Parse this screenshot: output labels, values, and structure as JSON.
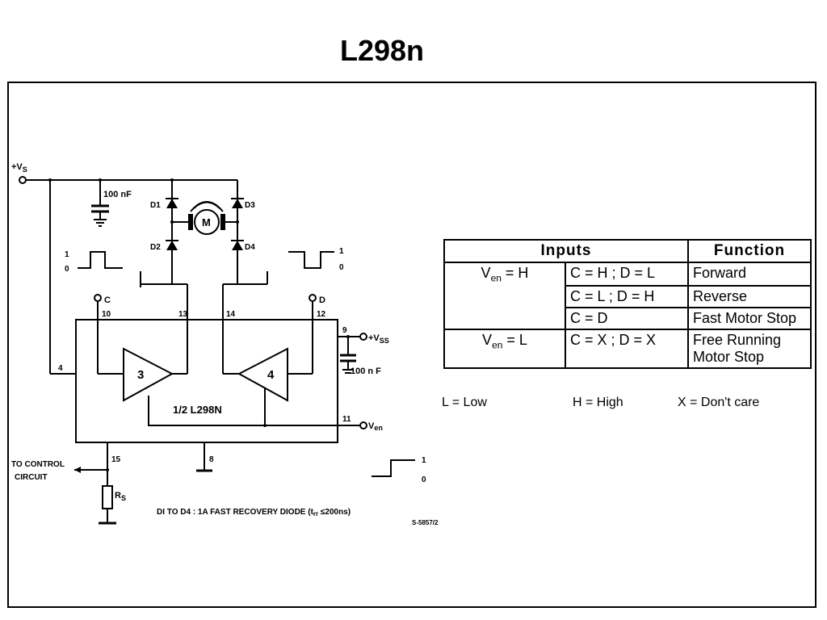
{
  "title": "L298n",
  "schematic": {
    "supply_label": "+V",
    "supply_sub": "S",
    "cap1": "100 nF",
    "cap2": "100 n F",
    "diodes": [
      "D1",
      "D2",
      "D3",
      "D4"
    ],
    "motor": "M",
    "pin_c_label": "C",
    "pin_d_label": "D",
    "pins": {
      "p10": "10",
      "p13": "13",
      "p14": "14",
      "p12": "12",
      "p9": "9",
      "p4": "4",
      "p11": "11",
      "p15": "15",
      "p8": "8"
    },
    "vss_label": "+V",
    "vss_sub": "SS",
    "amp3": "3",
    "amp4": "4",
    "chip_label": "1/2  L298N",
    "ven_label": "V",
    "ven_sub": "en",
    "to_control_1": "TO CONTROL",
    "to_control_2": "CIRCUIT",
    "rs_label": "R",
    "rs_sub": "S",
    "diode_note": "DI  TO  D4 : 1A  FAST  RECOVERY  DIODE (t",
    "diode_note_sub": "rr",
    "diode_note_end": " ≤200ns)",
    "ref": "S-5857/2",
    "wave_one": "1",
    "wave_zero": "0"
  },
  "truth_table": {
    "headers": [
      "Inputs",
      "Function"
    ],
    "rows": [
      {
        "ven": "V",
        "ven_sub": "en",
        "ven_val": " = H",
        "cd": "C = H ; D = L",
        "func": "Forward"
      },
      {
        "cd": "C = L ; D = H",
        "func": "Reverse"
      },
      {
        "cd": "C = D",
        "func": "Fast Motor Stop"
      },
      {
        "ven": "V",
        "ven_sub": "en",
        "ven_val": " = L",
        "cd": "C = X ; D = X",
        "func": "Free Running",
        "func2": "Motor Stop"
      }
    ]
  },
  "legend": {
    "low": "L = Low",
    "high": "H = High",
    "dont_care": "X = Don't care"
  }
}
